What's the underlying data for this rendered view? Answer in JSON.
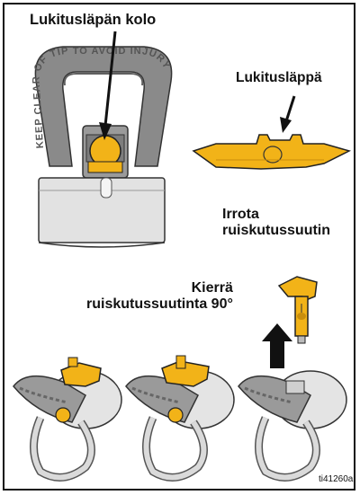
{
  "labels": {
    "lock_slot": "Lukitusläpän kolo",
    "lock_flap": "Lukitusläppä",
    "remove_line1": "Irrota",
    "remove_line2": "ruiskutussuutin",
    "rotate_line1": "Kierrä",
    "rotate_line2": "ruiskutussuutinta 90°",
    "guard_text": "KEEP CLEAR OF TIP TO AVOID INJURY",
    "reference": "ti41260a"
  },
  "colors": {
    "tip_yellow": "#f2b318",
    "guard_gray": "#8a8a8a",
    "housing_gray": "#e2e2e2",
    "outline": "#222222"
  }
}
